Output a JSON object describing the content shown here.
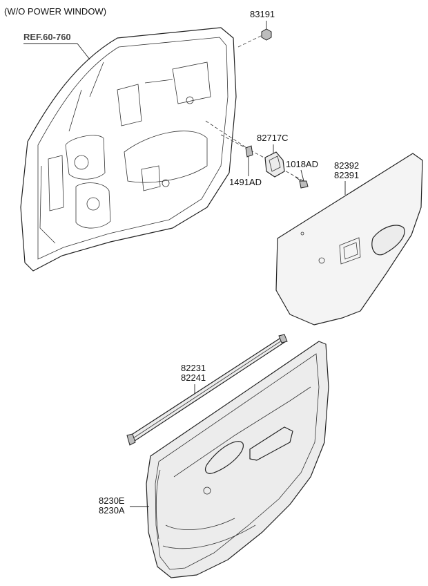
{
  "header": {
    "variant": "(W/O POWER WINDOW)"
  },
  "reference": {
    "label": "REF.60-760"
  },
  "parts": {
    "p83191": "83191",
    "p82717c": "82717C",
    "p1018ad": "1018AD",
    "p1491ad": "1491AD",
    "p82392": "82392",
    "p82391": "82391",
    "p82231": "82231",
    "p82241": "82241",
    "p8230e": "8230E",
    "p8230a": "8230A"
  }
}
